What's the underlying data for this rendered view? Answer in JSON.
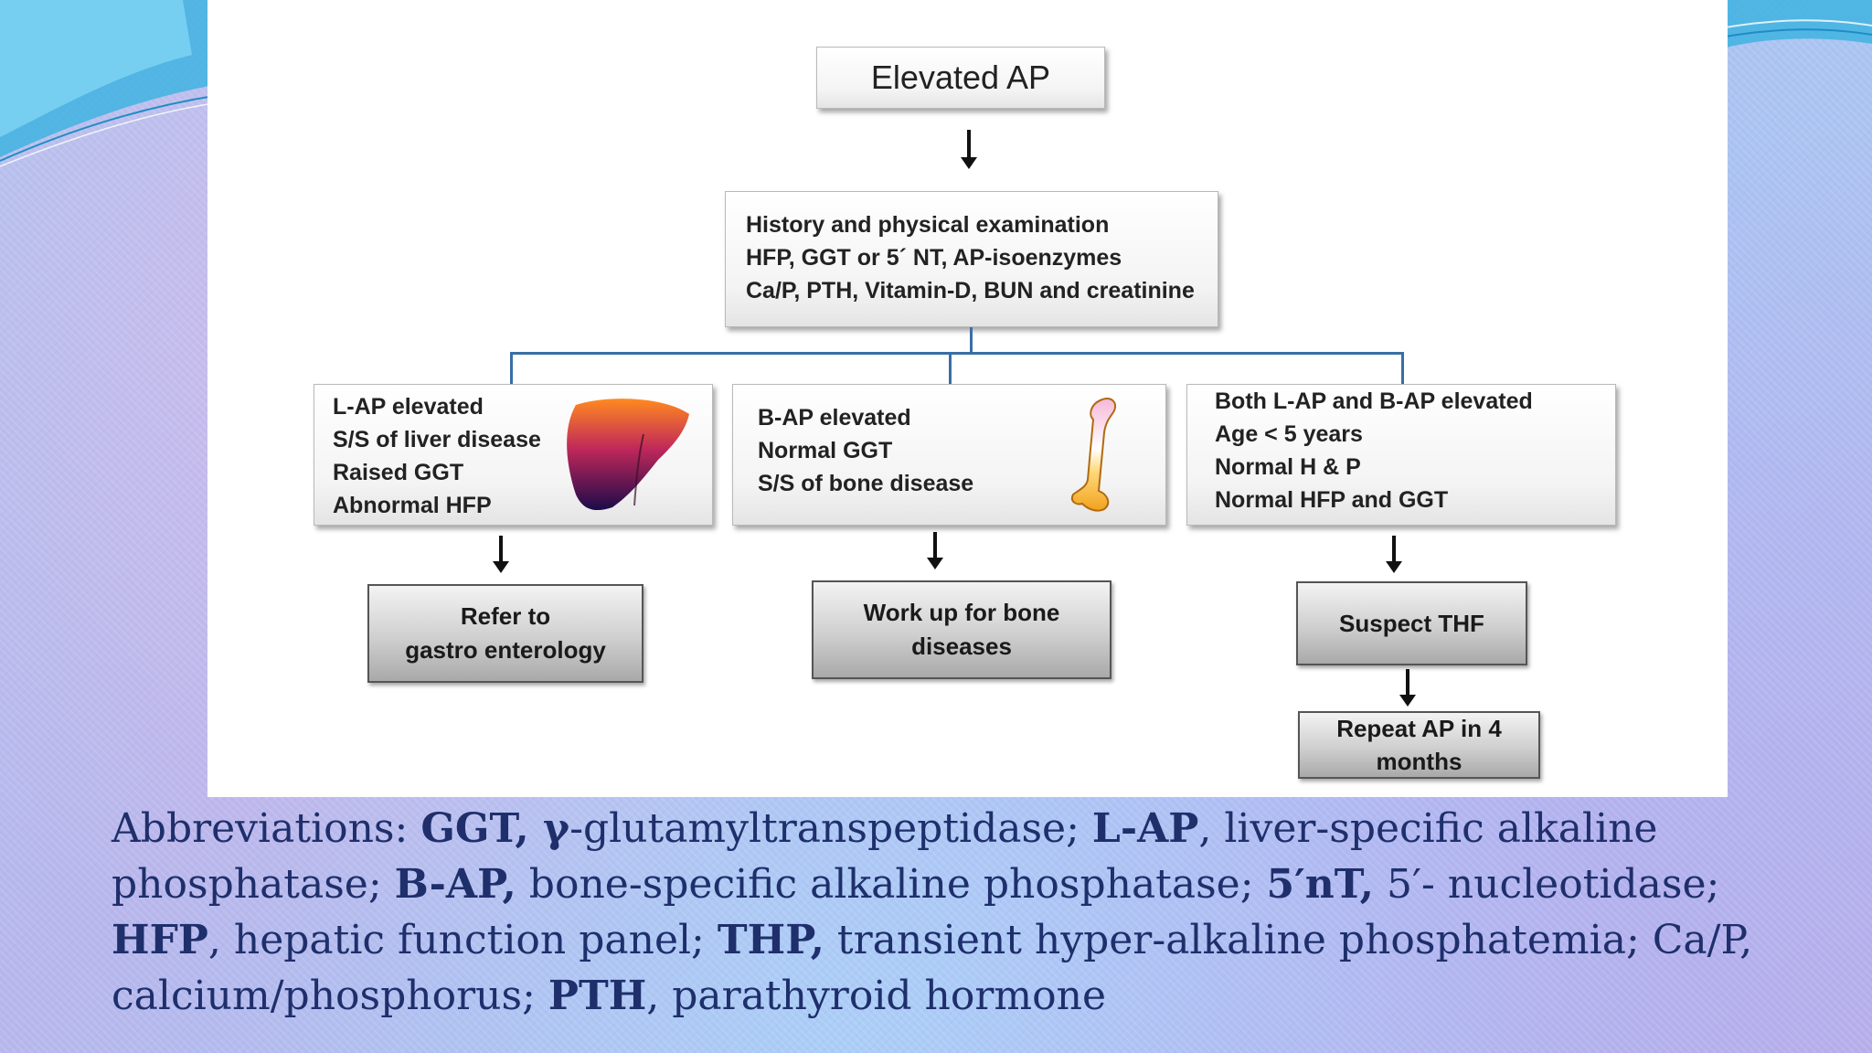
{
  "flowchart": {
    "top": "Elevated AP",
    "workup": [
      "History and physical examination",
      "HFP, GGT or 5´ NT, AP-isoenzymes",
      "Ca/P, PTH, Vitamin-D, BUN and creatinine"
    ],
    "branches": [
      {
        "lines": [
          "L-AP elevated",
          "S/S of liver disease",
          "Raised GGT",
          "Abnormal HFP"
        ],
        "action": [
          "Refer to",
          "gastro enterology"
        ],
        "image": "liver-icon"
      },
      {
        "lines": [
          "B-AP elevated",
          "Normal GGT",
          "S/S of bone disease"
        ],
        "action": [
          "Work up for bone",
          "diseases"
        ],
        "image": "bone-icon"
      },
      {
        "lines": [
          "Both L-AP and B-AP elevated",
          "Age < 5 years",
          "Normal H & P",
          "Normal HFP and GGT"
        ],
        "action": [
          "Suspect THF"
        ],
        "followup": [
          "Repeat AP in 4",
          "months"
        ]
      }
    ],
    "colors": {
      "connector": "#3a6ea5",
      "abbreviation_text": "#1e2f6b"
    }
  },
  "abbreviations": {
    "p1": "Abbreviations: ",
    "t1": "GGT, γ",
    "p2": "-glutamyltranspeptidase; ",
    "t2": "L-AP",
    "p3": ", liver-specific alkaline phosphatase; ",
    "t3": "B-AP,",
    "p4": " bone-specific alkaline phosphatase; ",
    "t4": "5′nT,",
    "p5": " 5′- nucleotidase; ",
    "t5": "HFP",
    "p6": ", hepatic function panel; ",
    "t6": "THP,",
    "p7": " transient hyper-alkaline phosphatemia; Ca/P, calcium/phosphorus; ",
    "t7": "PTH",
    "p8": ", parathyroid hormone"
  }
}
